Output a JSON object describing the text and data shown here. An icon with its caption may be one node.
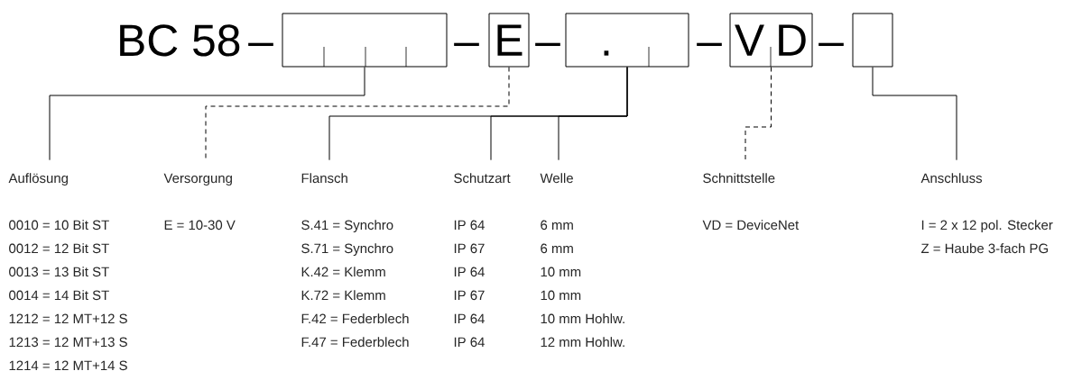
{
  "diagram": {
    "nodes": [
      {
        "text": [],
        "shape": "box"
      },
      {
        "text": [
          "E"
        ]
      },
      {
        "text": [
          "."
        ]
      },
      {
        "text": [
          "V",
          "D"
        ]
      },
      {
        "text": [],
        "shape": "box"
      },
      {
        "text": [
          "Auflösung"
        ],
        "beside": [
          "0010 = 10 Bit ST",
          "0012 = 12 Bit ST",
          "0013 = 13 Bit ST",
          "0014 = 14 Bit ST",
          "1212 = 12 MT+12 S",
          "1213 = 12 MT+13 S",
          "1214 = 12 MT+14 S"
        ]
      },
      {
        "text": [
          "Versorgung"
        ],
        "beside": [
          "E = 10-30 V"
        ]
      },
      {
        "text": [
          "Flansch"
        ],
        "beside": [
          "S.41 = Synchro",
          "S.71 = Synchro",
          "K.42 = Klemm",
          "K.72 = Klemm",
          "F.42 = Federblech",
          "F.47 = Federblech"
        ]
      },
      {
        "text": [
          "Schutzart"
        ],
        "beside": [
          "IP 64",
          "IP 67",
          "IP 64",
          "IP 67",
          "IP 64",
          "IP 64"
        ]
      },
      {
        "text": [
          "Welle"
        ],
        "beside": [
          "6 mm",
          "6 mm",
          "10 mm",
          "10 mm",
          "10 mm Hohlw.",
          "12 mm Hohlw."
        ]
      },
      {
        "text": [
          "Schnittstelle"
        ],
        "beside": [
          "VD = DeviceNet"
        ]
      },
      {
        "text": [
          "Anschluss"
        ],
        "beside": [
          "I = 2 x 12 pol. Stecker",
          "Z = Haube 3-fach PG"
        ]
      }
    ],
    "edges": [
      {
        "from": 0,
        "to": 5,
        "arrow": "none"
      },
      {
        "from": 1,
        "to": 6,
        "arrow": "none",
        "style": "dashed"
      },
      {
        "from": 2,
        "to": 7,
        "arrow": "none"
      },
      {
        "from": 2,
        "to": 8,
        "arrow": "none"
      },
      {
        "from": 2,
        "to": 9,
        "arrow": "none"
      },
      {
        "from": 3,
        "to": 10,
        "arrow": "none",
        "style": "dashed"
      },
      {
        "from": 4,
        "to": 11,
        "arrow": "none"
      }
    ],
    "labels": [
      "BC 58",
      "–",
      "–",
      "–",
      "–",
      "–"
    ]
  }
}
